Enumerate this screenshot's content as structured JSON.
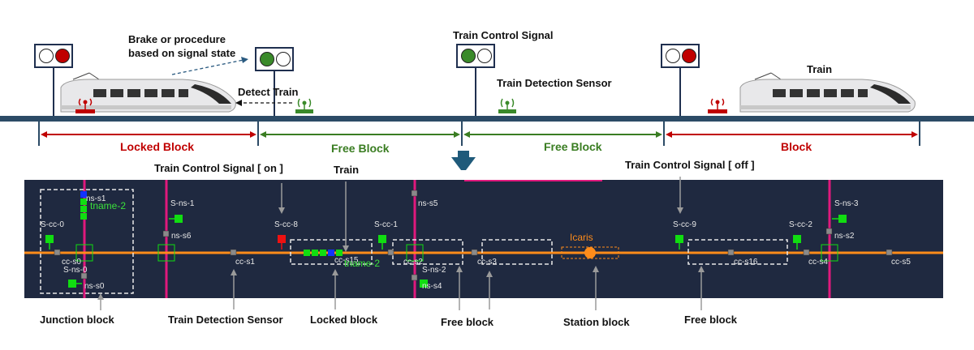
{
  "top": {
    "brake_label": "Brake or procedure\nbased on signal state",
    "detect_train_label": "Detect Train",
    "train_control_signal_label": "Train Control Signal",
    "train_detection_sensor_label": "Train Detection Sensor",
    "train_label": "Train",
    "blocks": [
      {
        "label": "Locked Block",
        "color": "#c00000"
      },
      {
        "label": "Free Block",
        "color": "#3a7d22"
      },
      {
        "label": "Free Block",
        "color": "#3a7d22"
      },
      {
        "label": "Block",
        "color": "#c00000"
      }
    ],
    "signals": [
      {
        "lamp1": "#ffffff",
        "lamp2": "#c00000"
      },
      {
        "lamp1": "#3a8a2a",
        "lamp2": "#ffffff"
      },
      {
        "lamp1": "#3a8a2a",
        "lamp2": "#ffffff"
      },
      {
        "lamp1": "#ffffff",
        "lamp2": "#c00000"
      }
    ]
  },
  "bottom": {
    "callouts": {
      "signal_on": "Train Control Signal [ on ]",
      "train": "Train",
      "signal_off": "Train Control Signal [ off ]",
      "junction_block": "Junction block",
      "train_detection_sensor": "Train Detection Sensor",
      "locked_block": "Locked block",
      "free_block_1": "Free block",
      "station_block": "Station block",
      "free_block_2": "Free block"
    },
    "sim_labels": {
      "ns_s1": "ns-s1",
      "tname_2_top": "tname-2",
      "s_ns_1": "S-ns-1",
      "s_cc_0": "S-cc-0",
      "ns_s6": "ns-s6",
      "cc_s0": "cc-s0",
      "s_ns_0": "S-ns-0",
      "ns_s0": "ns-s0",
      "s_cc_8": "S-cc-8",
      "cc_s1": "cc-s1",
      "ns_s5": "ns-s5",
      "s_cc_1": "S-cc-1",
      "cc_s15": "cc-s15",
      "tname_2_bottom": "tname-2",
      "cc_s2": "cc-s2",
      "s_ns_2": "S-ns-2",
      "ns_s4": "ns-s4",
      "cc_s3": "cc-s3",
      "icaris": "Icaris",
      "s_cc_9": "S-cc-9",
      "cc_s16": "cc-s16",
      "s_cc_2": "S-cc-2",
      "s_ns_3": "S-ns-3",
      "ns_s2": "ns-s2",
      "cc_s4": "cc-s4",
      "cc_s5": "cc-s5"
    }
  },
  "colors": {
    "track": "#ff8c1a",
    "pink_line": "#e0197d",
    "panel_bg": "#1f2940",
    "sensor_green": "#11dd11",
    "arrow_down": "#1f5a7a"
  }
}
